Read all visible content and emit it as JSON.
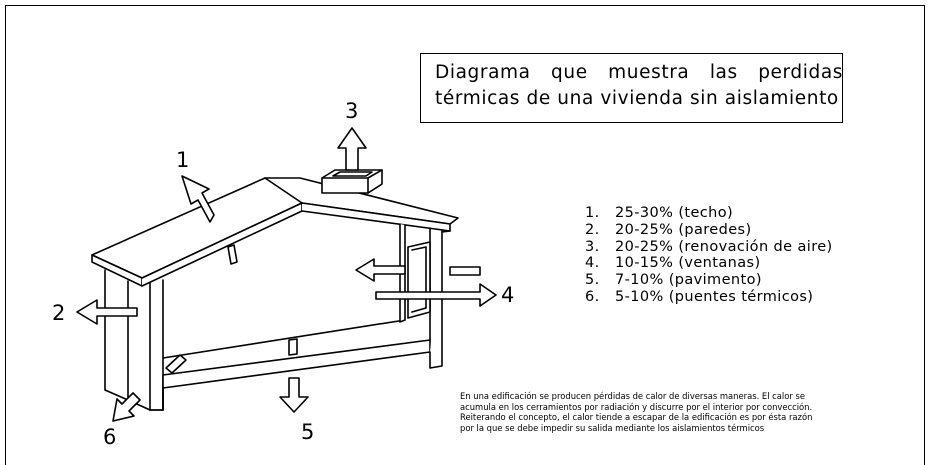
{
  "title": {
    "line1": "Diagrama que muestra las perdidas",
    "line2": "térmicas de una vivienda sin aislamiento"
  },
  "arrow_labels": [
    "1",
    "2",
    "3",
    "4",
    "5",
    "6"
  ],
  "legend": [
    {
      "num": "1.",
      "text": "25-30% (techo)"
    },
    {
      "num": "2.",
      "text": "20-25% (paredes)"
    },
    {
      "num": "3.",
      "text": "20-25% (renovación de aire)"
    },
    {
      "num": "4.",
      "text": "10-15% (ventanas)"
    },
    {
      "num": "5.",
      "text": "7-10% (pavimento)"
    },
    {
      "num": "6.",
      "text": "5-10% (puentes térmicos)"
    }
  ],
  "caption": [
    "En una edificación se producen pérdidas de calor de diversas maneras. El calor se",
    "acumula en los cerramientos por radiación y discurre por el interior por convección.",
    "Reiterando el concepto, el calor tiende a escapar de la edificación es por ésta razón",
    "por la que se debe impedir su salida mediante los aislamientos térmicos"
  ]
}
